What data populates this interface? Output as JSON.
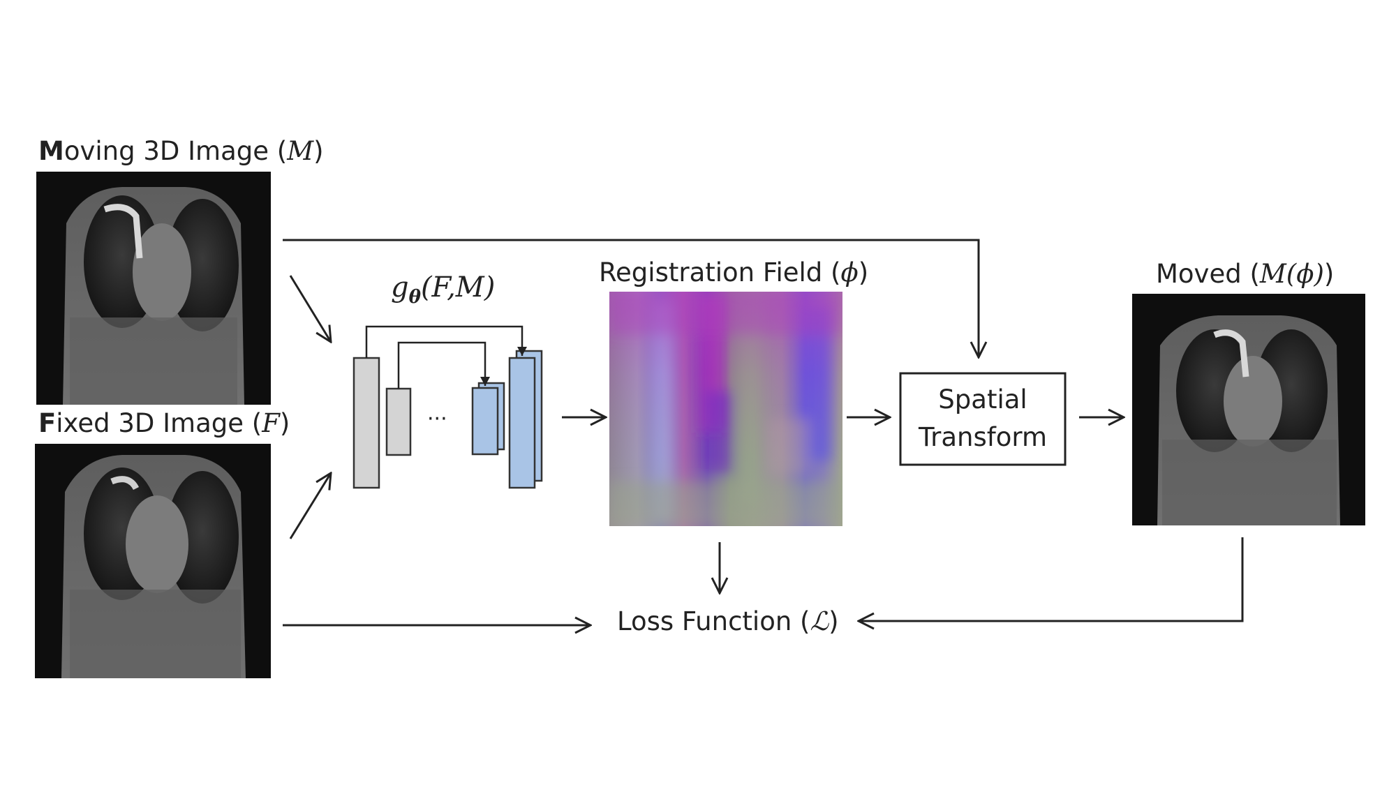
{
  "labels": {
    "moving_first": "M",
    "moving_rest": "oving 3D Image (",
    "moving_var": "M",
    "moving_close": ")",
    "fixed_first": "F",
    "fixed_rest": "ixed 3D Image (",
    "fixed_var": "F",
    "fixed_close": ")",
    "network": "gθ(F,M)",
    "network_g": "g",
    "network_sub": "θ",
    "network_args": "(F,M)",
    "ellipsis": "···",
    "registration_text": "Registration Field (",
    "registration_var": "ϕ",
    "registration_close": ")",
    "moved_text": "Moved (",
    "moved_var": "M(ϕ)",
    "moved_close": ")",
    "spatial_line1": "Spatial",
    "spatial_line2": "Transform",
    "loss_text": "Loss Function (",
    "loss_var": "ℒ",
    "loss_close": ")"
  },
  "colors": {
    "gray_block": "#d4d4d4",
    "blue_block": "#a9c4e6",
    "stroke": "#333333",
    "ct_background": "#1a1a1a",
    "ct_body": "#6b6b6b"
  }
}
